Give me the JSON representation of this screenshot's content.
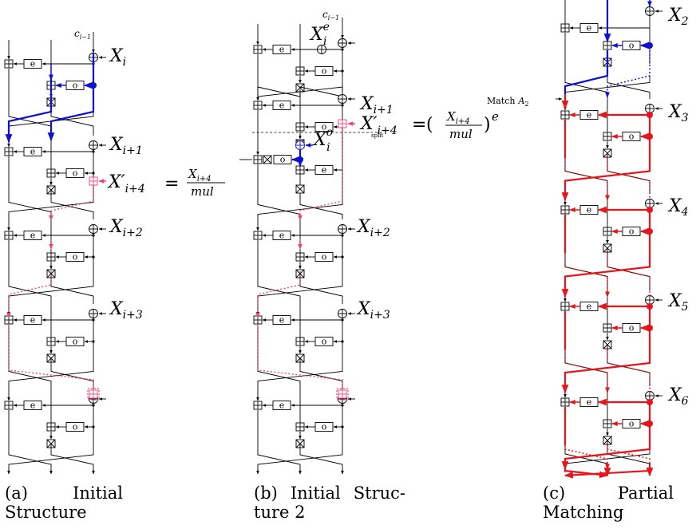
{
  "panels": [
    {
      "caption": {
        "line1_left": "(a)",
        "line1_right": "Initial",
        "line2": "Structure"
      },
      "labels": {
        "c_prev": "c",
        "c_prev_sub": "i−1",
        "x_i": "X",
        "x_i_sub": "i",
        "x_i1": "X",
        "x_i1_sub": "i+1",
        "x_i2": "X",
        "x_i2_sub": "i+2",
        "x_i3": "X",
        "x_i3_sub": "i+3",
        "x_prime": "X′",
        "x_prime_sub": "i+4",
        "eq": "=",
        "frac_num": "X",
        "frac_num_sub": "i+4",
        "frac_den": "mul"
      }
    },
    {
      "caption": {
        "line1_left": "(b)",
        "line1_mid": "Initial",
        "line1_right": "Struc-",
        "line2": "ture 2"
      },
      "labels": {
        "c_prev": "c",
        "c_prev_sub": "i−1",
        "x_e": "X",
        "x_e_sup": "e",
        "x_e_sub": "i",
        "x_i1": "X",
        "x_i1_sub": "i+1",
        "x_prime": "X′",
        "x_prime_sub": "i+4",
        "split_label": "split",
        "eq": "=",
        "frac_num": "X",
        "frac_num_sub": "i+4",
        "frac_den": "mul",
        "exp": "e",
        "x_o": "X",
        "x_o_sup": "o",
        "x_o_sub": "i",
        "x_i2": "X",
        "x_i2_sub": "i+2",
        "x_i3": "X",
        "x_i3_sub": "i+3"
      }
    },
    {
      "caption": {
        "line1_left": "(c)",
        "line1_right": "Partial",
        "line2": "Matching"
      },
      "labels": {
        "match": "Match",
        "match_var": "A",
        "match_sub": "2",
        "x2": "X",
        "x2_sub": "2",
        "x3": "X",
        "x3_sub": "3",
        "x4": "X",
        "x4_sub": "4",
        "x5": "X",
        "x5_sub": "5",
        "x6": "X",
        "x6_sub": "6"
      }
    }
  ],
  "box_labels": {
    "e": "e",
    "o": "o"
  },
  "colors": {
    "line": "#000000",
    "blue": "#1010d0",
    "red": "#e8141c",
    "pink": "#f0407a"
  }
}
